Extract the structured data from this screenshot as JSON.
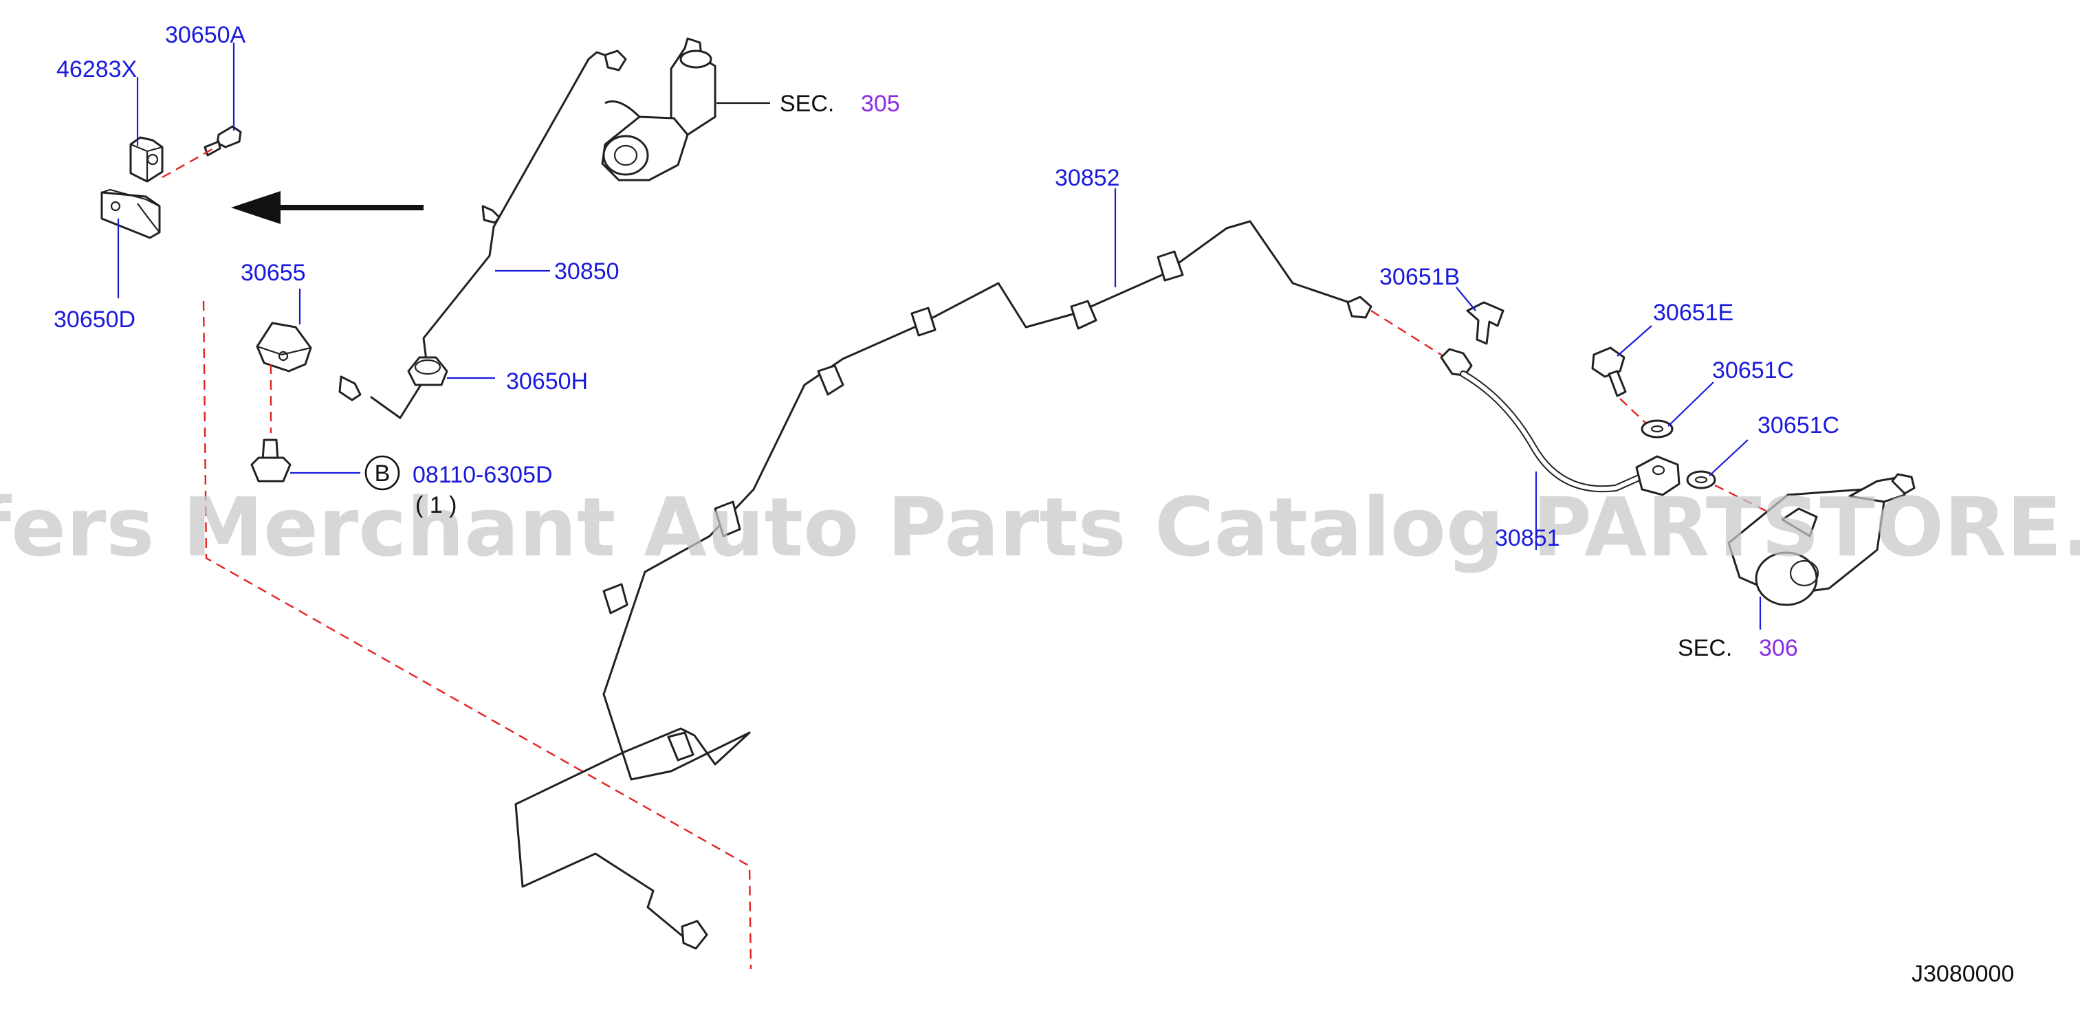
{
  "diagram": {
    "labels": {
      "p30650A": "30650A",
      "p46283X": "46283X",
      "p30650D": "30650D",
      "p30655": "30655",
      "p30850": "30850",
      "p30650H": "30650H",
      "p08110": "08110-6305D",
      "qty": "( 1 )",
      "circleB": "B",
      "sec305_prefix": "SEC.",
      "sec305_num": "305",
      "p30852": "30852",
      "p30651B": "30651B",
      "p30651E": "30651E",
      "p30651C_1": "30651C",
      "p30651C_2": "30651C",
      "p30851": "30851",
      "sec306_prefix": "SEC.",
      "sec306_num": "306",
      "code": "J3080000"
    },
    "watermark": "Offers Merchant Auto Parts Catalog PARTSTORE.SA",
    "colors": {
      "part_label": "#1a1adc",
      "section_ref": "#8a2be2",
      "dashed_line": "#e52222",
      "line_art": "#222222",
      "watermark": "#c8c8c8"
    },
    "icons": [
      "arrow-left-icon",
      "circle-b-icon"
    ]
  }
}
